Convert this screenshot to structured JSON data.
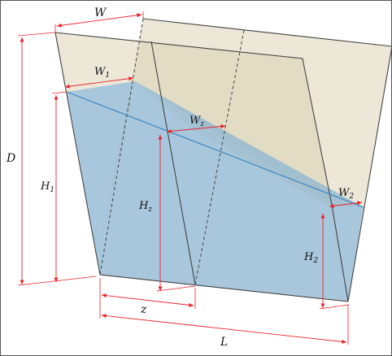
{
  "labels": {
    "W": "W",
    "W1_main": "W",
    "W1_sub": "1",
    "Wz_main": "W",
    "Wz_sub": "z",
    "W2_main": "W",
    "W2_sub": "2",
    "D": "D",
    "H1_main": "H",
    "H1_sub": "1",
    "Hz_main": "H",
    "Hz_sub": "z",
    "H2_main": "H",
    "H2_sub": "2",
    "z": "z",
    "L": "L"
  },
  "colors": {
    "background": "#ffffff",
    "frame": "#555555",
    "outline": "#444444",
    "beige_fill": "#ddd3b6",
    "water_fill": "#8fb7d3",
    "water_line": "#3f86bf",
    "dimension": "#e8212b",
    "text": "#111111"
  }
}
